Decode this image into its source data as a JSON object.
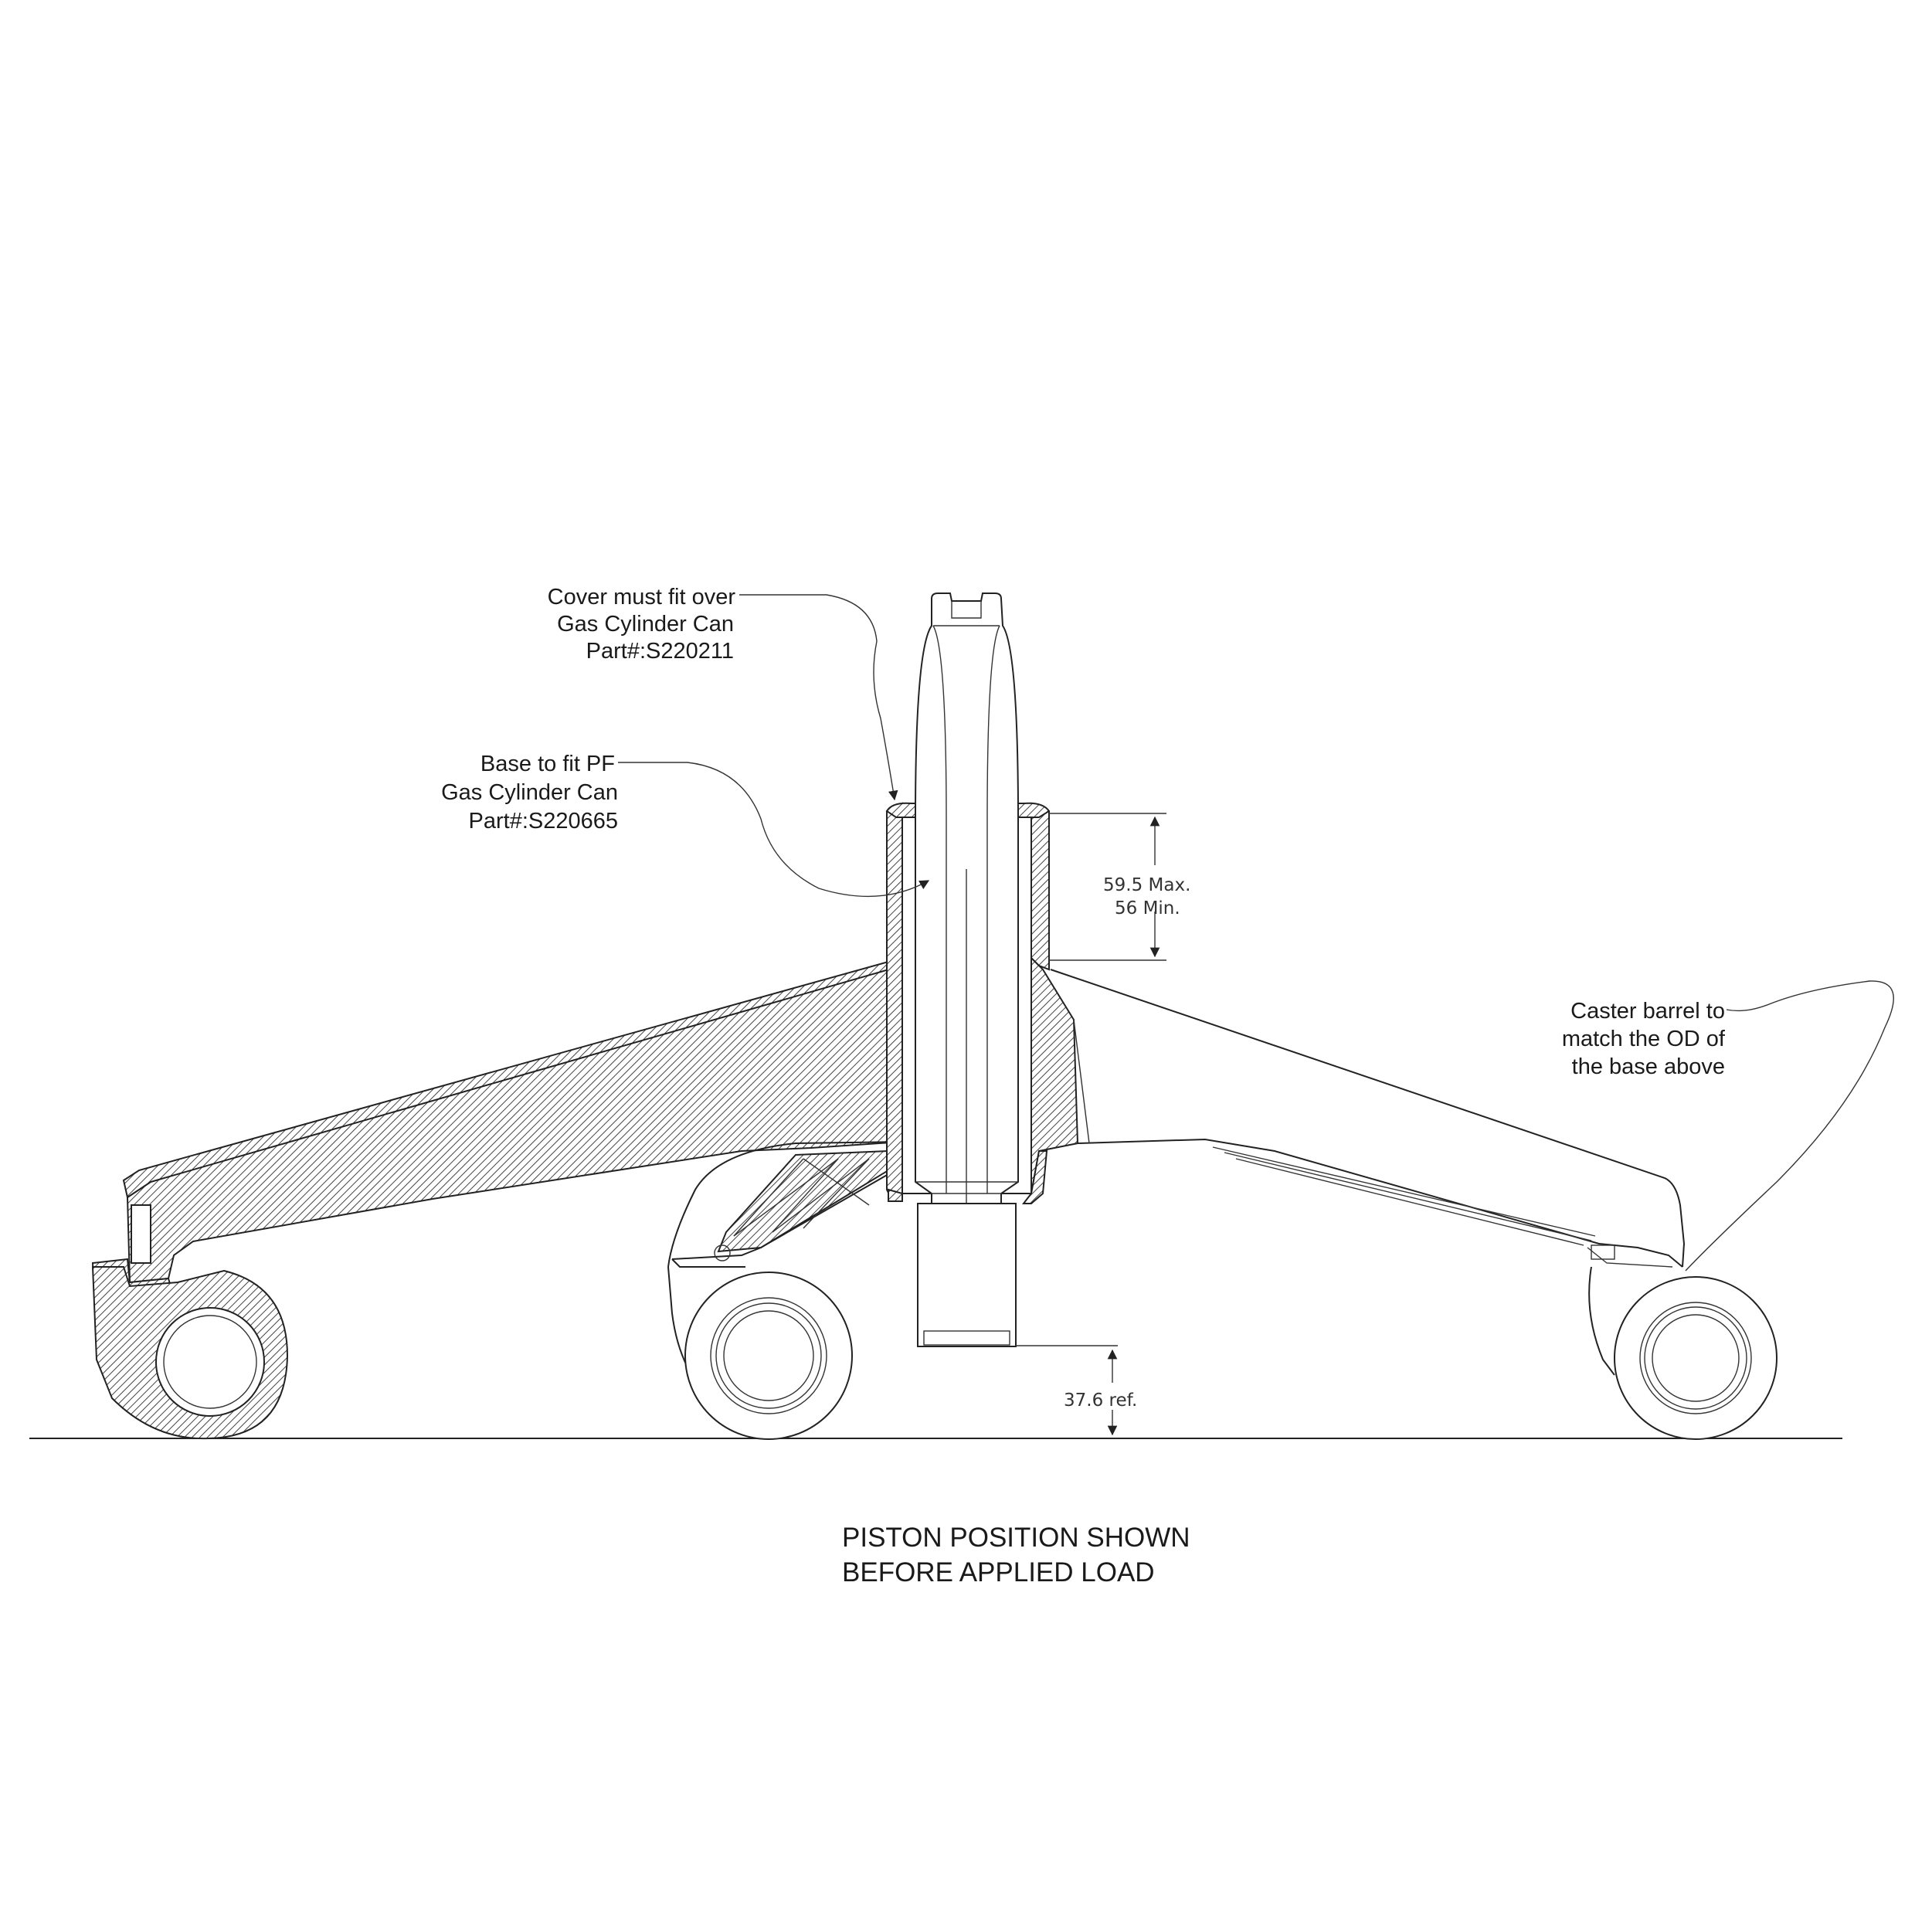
{
  "notes": {
    "cover": [
      "Cover must fit over",
      "Gas Cylinder Can",
      "Part#:S220211"
    ],
    "base": [
      "Base to fit PF",
      "Gas Cylinder Can",
      "Part#:S220665"
    ],
    "caster": [
      "Caster barrel to",
      "match the OD of",
      "the base above"
    ]
  },
  "dimensions": {
    "max": "59.5  Max.",
    "min": "56  Min.",
    "ref": "37.6  ref."
  },
  "caption": [
    "PISTON POSITION SHOWN",
    "BEFORE APPLIED LOAD"
  ]
}
